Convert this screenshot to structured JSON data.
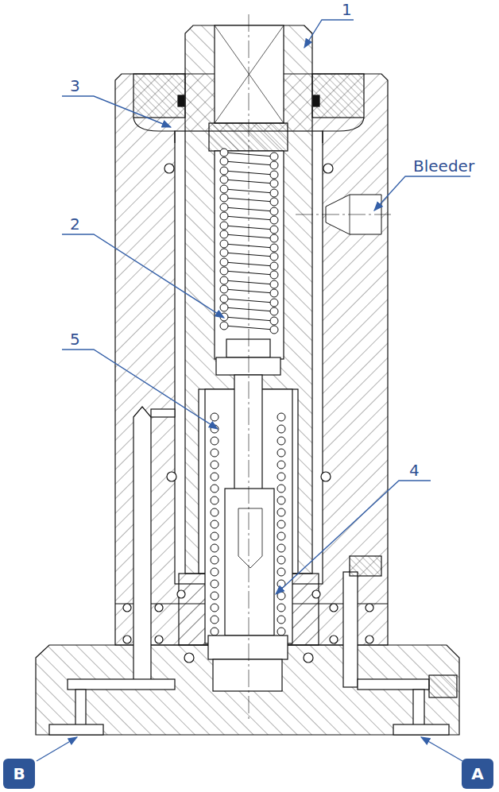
{
  "diagram": {
    "nodes": [
      {
        "text": [
          "B"
        ]
      },
      {
        "text": [
          "A"
        ]
      }
    ],
    "labels": [
      "1",
      "3",
      "Bleeder",
      "2",
      "5",
      "4"
    ]
  }
}
